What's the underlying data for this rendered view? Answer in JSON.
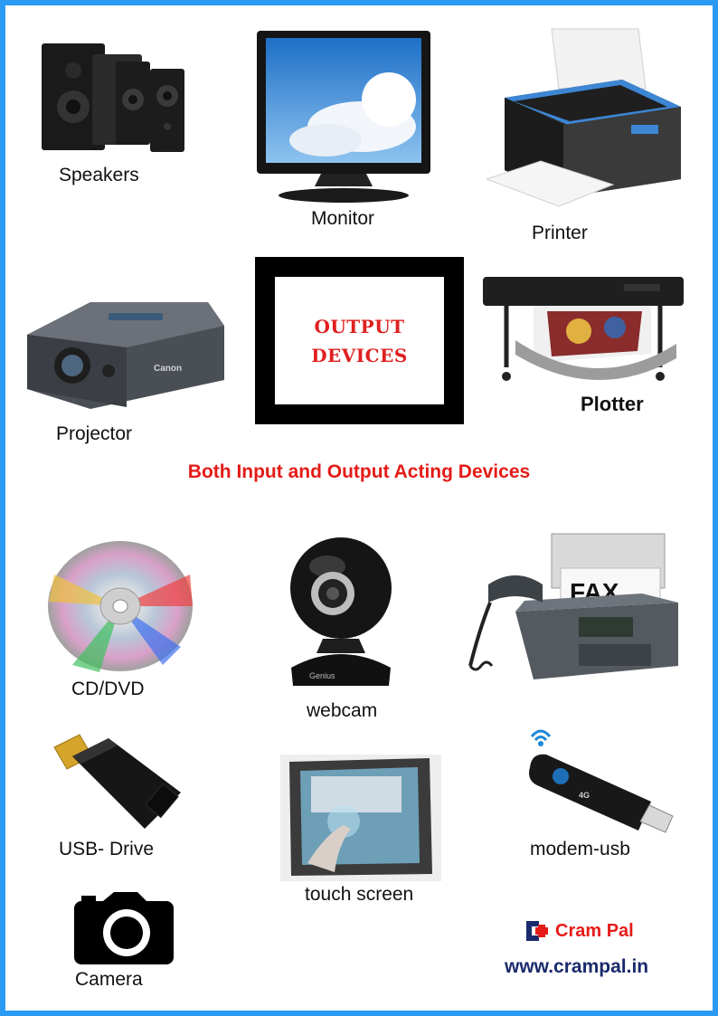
{
  "devices": {
    "speakers": "Speakers",
    "monitor": "Monitor",
    "printer": "Printer",
    "projector": "Projector",
    "plotter": "Plotter",
    "cd_dvd": "CD/DVD",
    "webcam": "webcam",
    "usb_drive": "USB- Drive",
    "touch_screen": "touch screen",
    "modem_usb": "modem-usb",
    "camera": "Camera"
  },
  "title": {
    "line1": "OUTPUT",
    "line2": "DEVICES"
  },
  "subtitle": "Both Input and Output Acting Devices",
  "image_text": {
    "fax": "FAX",
    "canon": "Canon",
    "genius": "Genius",
    "modem_4g": "4G"
  },
  "brand": {
    "name": "Cram Pal",
    "url": "www.crampal.in"
  },
  "colors": {
    "frame": "#2b9af3",
    "title_red": "#e02020",
    "subtitle_red": "#e41b17",
    "url_navy": "#1a2a6c"
  },
  "icons": [
    "speakers-icon",
    "monitor-icon",
    "printer-icon",
    "projector-icon",
    "plotter-icon",
    "cd-icon",
    "webcam-icon",
    "fax-icon",
    "usb-drive-icon",
    "touch-screen-icon",
    "modem-icon",
    "wifi-icon",
    "camera-icon",
    "crampal-logo-icon"
  ]
}
